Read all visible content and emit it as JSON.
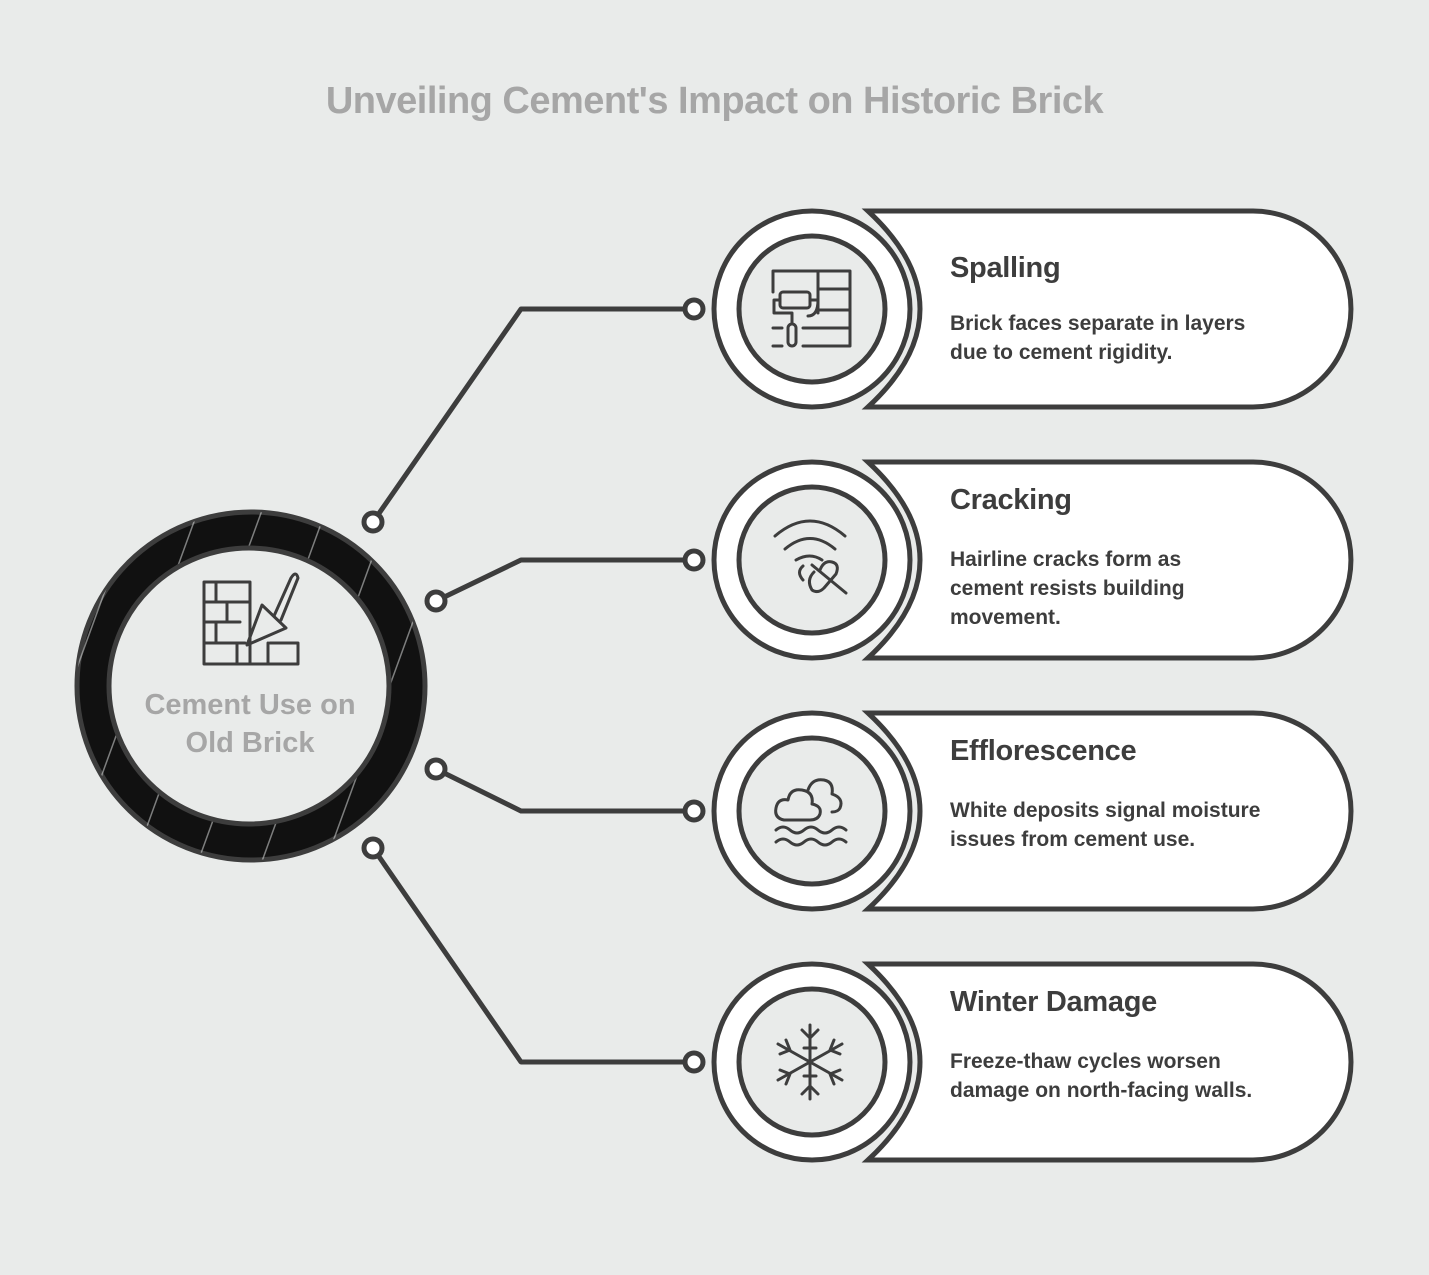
{
  "title": "Unveiling Cement's Impact on Historic Brick",
  "hub": {
    "label_line1": "Cement Use on",
    "label_line2": "Old Brick",
    "icon": "brick-wall-trowel-icon"
  },
  "colors": {
    "background": "#e9ebea",
    "stroke": "#3d3d3d",
    "title": "#a6a6a6",
    "card_fill": "#ffffff"
  },
  "items": [
    {
      "title": "Spalling",
      "description": "Brick faces separate in layers due to cement rigidity.",
      "icon": "paint-roller-wall-icon"
    },
    {
      "title": "Cracking",
      "description": "Hairline cracks form as cement resists building movement.",
      "icon": "broken-signal-link-icon"
    },
    {
      "title": "Efflorescence",
      "description": "White deposits signal moisture issues from cement use.",
      "icon": "cloud-water-waves-icon"
    },
    {
      "title": "Winter Damage",
      "description": "Freeze-thaw cycles worsen damage on north-facing walls.",
      "icon": "snowflake-icon"
    }
  ]
}
